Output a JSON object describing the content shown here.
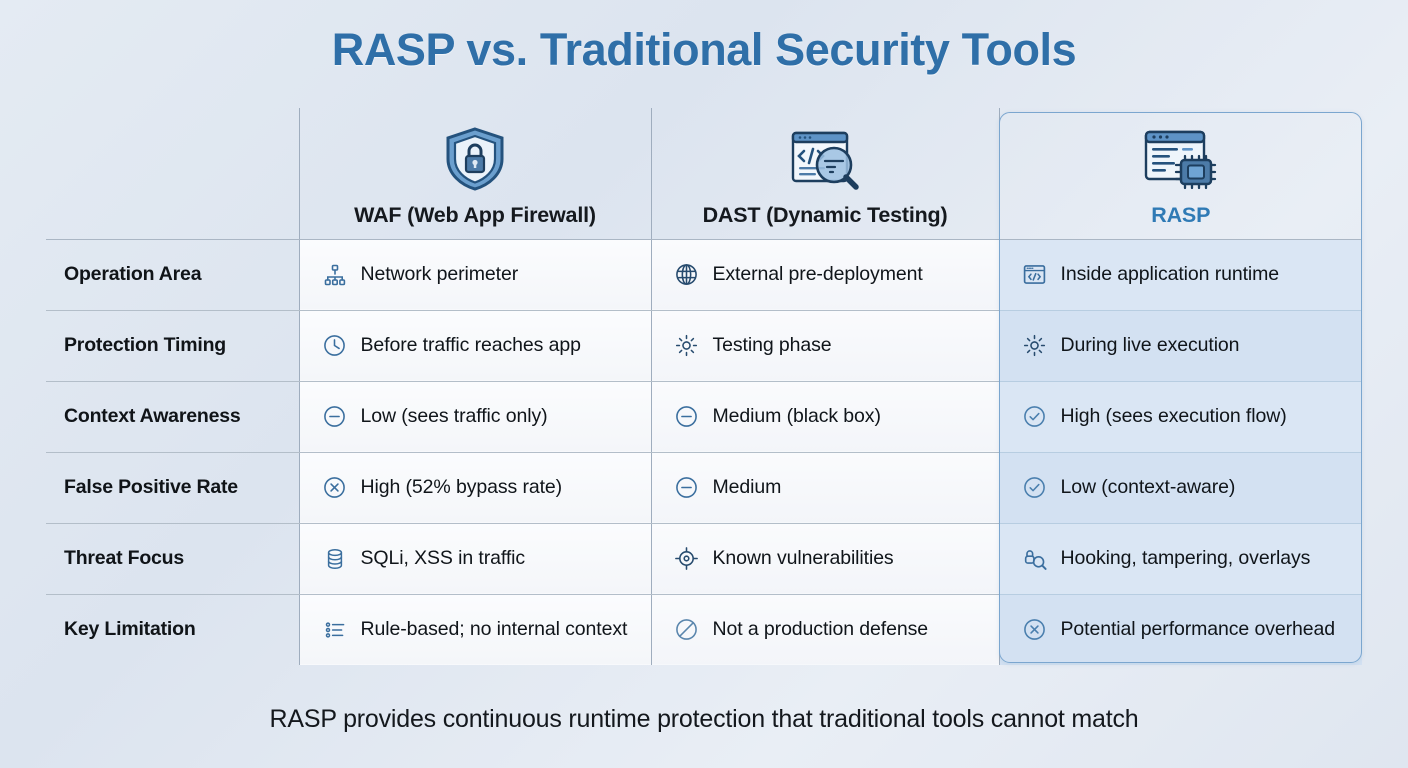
{
  "title": "RASP vs. Traditional Security Tools",
  "footer": "RASP provides continuous runtime protection that traditional tools cannot match",
  "colors": {
    "title_blue": "#2f6fa8",
    "rasp_accent": "#2f7ab5",
    "rasp_panel_bg": "#dae6f4",
    "rasp_panel_border": "#7ba6cf",
    "background": "#dfe6f0",
    "icon_blue": "#3a6e9e",
    "text_dark": "#14181d"
  },
  "columns": [
    {
      "key": "label",
      "label": "",
      "icon": "",
      "highlighted": false
    },
    {
      "key": "waf",
      "label": "WAF (Web App Firewall)",
      "icon": "shield-lock-icon",
      "highlighted": false
    },
    {
      "key": "dast",
      "label": "DAST (Dynamic Testing)",
      "icon": "code-window-magnifier-icon",
      "highlighted": false
    },
    {
      "key": "rasp",
      "label": "RASP",
      "icon": "code-window-chip-icon",
      "highlighted": true
    }
  ],
  "rows": [
    {
      "label": "Operation Area",
      "waf": {
        "icon": "sitemap-icon",
        "text": "Network perimeter"
      },
      "dast": {
        "icon": "globe-icon",
        "text": "External pre-deployment"
      },
      "rasp": {
        "icon": "code-window-icon",
        "text": "Inside application runtime"
      }
    },
    {
      "label": "Protection Timing",
      "waf": {
        "icon": "clock-icon",
        "text": "Before traffic reaches app"
      },
      "dast": {
        "icon": "gear-icon",
        "text": "Testing phase"
      },
      "rasp": {
        "icon": "gear-icon",
        "text": "During live execution"
      }
    },
    {
      "label": "Context Awareness",
      "waf": {
        "icon": "minus-circle-icon",
        "text": "Low (sees traffic only)"
      },
      "dast": {
        "icon": "minus-circle-icon",
        "text": "Medium (black box)"
      },
      "rasp": {
        "icon": "check-circle-icon",
        "text": "High (sees execution flow)"
      }
    },
    {
      "label": "False Positive Rate",
      "waf": {
        "icon": "x-circle-icon",
        "text": "High (52% bypass rate)"
      },
      "dast": {
        "icon": "minus-circle-icon",
        "text": "Medium"
      },
      "rasp": {
        "icon": "check-circle-icon",
        "text": "Low (context-aware)"
      }
    },
    {
      "label": "Threat Focus",
      "waf": {
        "icon": "database-icon",
        "text": "SQLi, XSS in traffic"
      },
      "dast": {
        "icon": "crosshair-icon",
        "text": "Known vulnerabilities"
      },
      "rasp": {
        "icon": "bug-search-icon",
        "text": "Hooking, tampering, overlays"
      }
    },
    {
      "label": "Key Limitation",
      "waf": {
        "icon": "list-icon",
        "text": "Rule-based; no internal context"
      },
      "dast": {
        "icon": "ban-icon",
        "text": "Not a production defense"
      },
      "rasp": {
        "icon": "x-circle-icon",
        "text": "Potential performance overhead"
      }
    }
  ]
}
